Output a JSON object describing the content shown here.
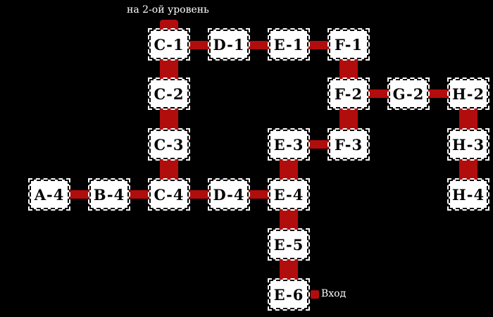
{
  "colors": {
    "background": "#000000",
    "room_fill": "#ffffff",
    "connector": "#b10d0d",
    "text": "#ffffff"
  },
  "labels": {
    "upper_level": "на 2-ой уровень",
    "entrance": "Вход"
  },
  "rooms": {
    "c1": "C-1",
    "d1": "D-1",
    "e1": "E-1",
    "f1": "F-1",
    "c2": "C-2",
    "f2": "F-2",
    "g2": "G-2",
    "h2": "H-2",
    "c3": "C-3",
    "e3": "E-3",
    "f3": "F-3",
    "h3": "H-3",
    "a4": "A-4",
    "b4": "B-4",
    "c4": "C-4",
    "d4": "D-4",
    "e4": "E-4",
    "h4": "H-4",
    "e5": "E-5",
    "e6": "E-6"
  }
}
